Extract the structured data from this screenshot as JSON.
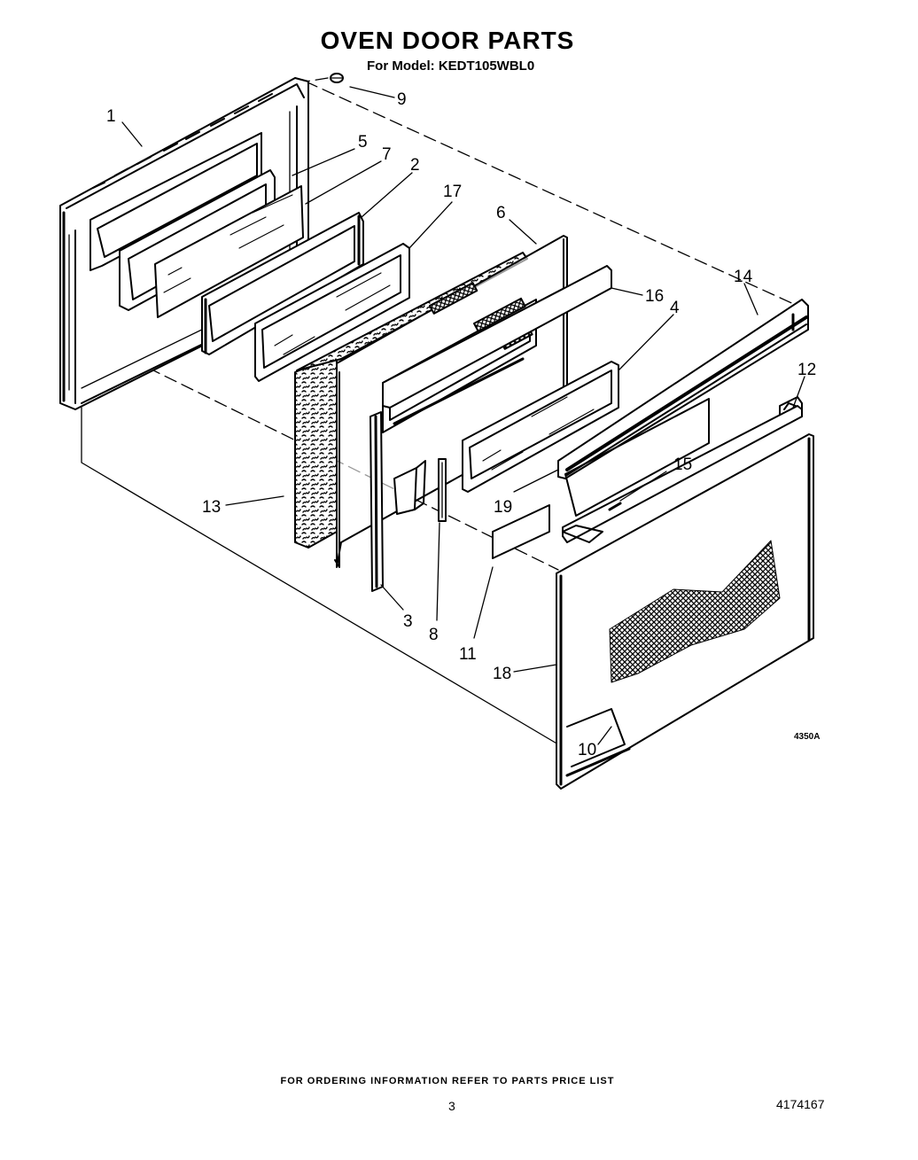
{
  "title": "OVEN DOOR PARTS",
  "model": "For Model: KEDT105WBL0",
  "figure_code": "4350A",
  "callouts": [
    "1",
    "2",
    "3",
    "4",
    "5",
    "6",
    "7",
    "8",
    "9",
    "10",
    "11",
    "12",
    "13",
    "14",
    "15",
    "16",
    "17",
    "18",
    "19"
  ],
  "footer": "FOR ORDERING INFORMATION REFER TO PARTS PRICE LIST",
  "page_number": "3",
  "document_number": "4174167"
}
